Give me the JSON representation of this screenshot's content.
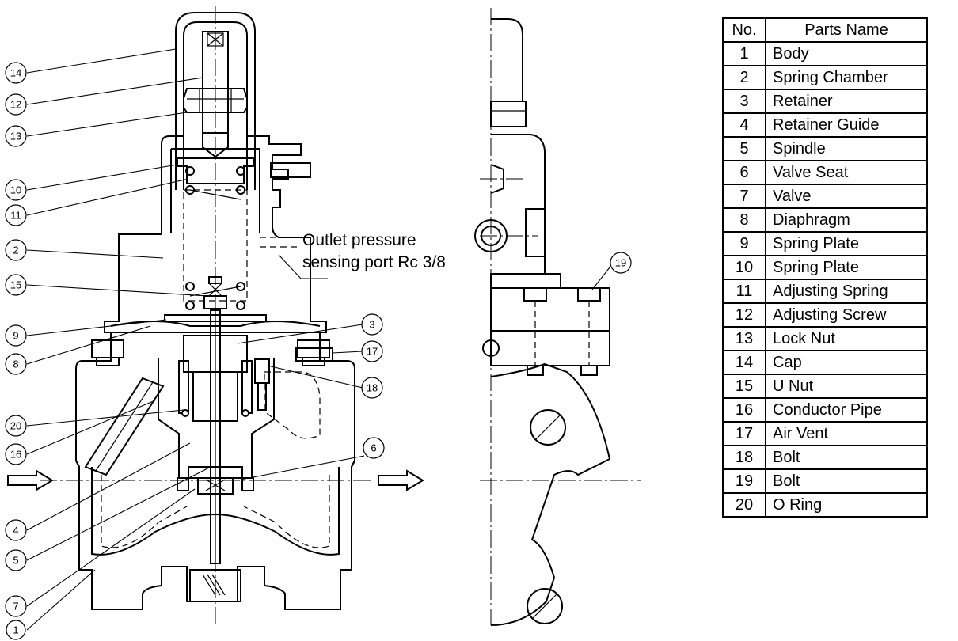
{
  "annotation": {
    "line1": "Outlet pressure",
    "line2": "sensing port Rc 3/8"
  },
  "callouts": [
    "14",
    "12",
    "13",
    "10",
    "11",
    "2",
    "15",
    "9",
    "8",
    "20",
    "16",
    "4",
    "5",
    "7",
    "1",
    "3",
    "17",
    "18",
    "6",
    "19"
  ],
  "table": {
    "headers": {
      "no": "No.",
      "name": "Parts Name"
    },
    "rows": [
      {
        "no": "1",
        "name": "Body"
      },
      {
        "no": "2",
        "name": "Spring Chamber"
      },
      {
        "no": "3",
        "name": "Retainer"
      },
      {
        "no": "4",
        "name": "Retainer Guide"
      },
      {
        "no": "5",
        "name": "Spindle"
      },
      {
        "no": "6",
        "name": "Valve Seat"
      },
      {
        "no": "7",
        "name": "Valve"
      },
      {
        "no": "8",
        "name": "Diaphragm"
      },
      {
        "no": "9",
        "name": "Spring Plate"
      },
      {
        "no": "10",
        "name": "Spring Plate"
      },
      {
        "no": "11",
        "name": "Adjusting Spring"
      },
      {
        "no": "12",
        "name": "Adjusting Screw"
      },
      {
        "no": "13",
        "name": "Lock Nut"
      },
      {
        "no": "14",
        "name": "Cap"
      },
      {
        "no": "15",
        "name": "U Nut"
      },
      {
        "no": "16",
        "name": "Conductor Pipe"
      },
      {
        "no": "17",
        "name": "Air Vent"
      },
      {
        "no": "18",
        "name": "Bolt"
      },
      {
        "no": "19",
        "name": "Bolt"
      },
      {
        "no": "20",
        "name": "O Ring"
      }
    ]
  }
}
